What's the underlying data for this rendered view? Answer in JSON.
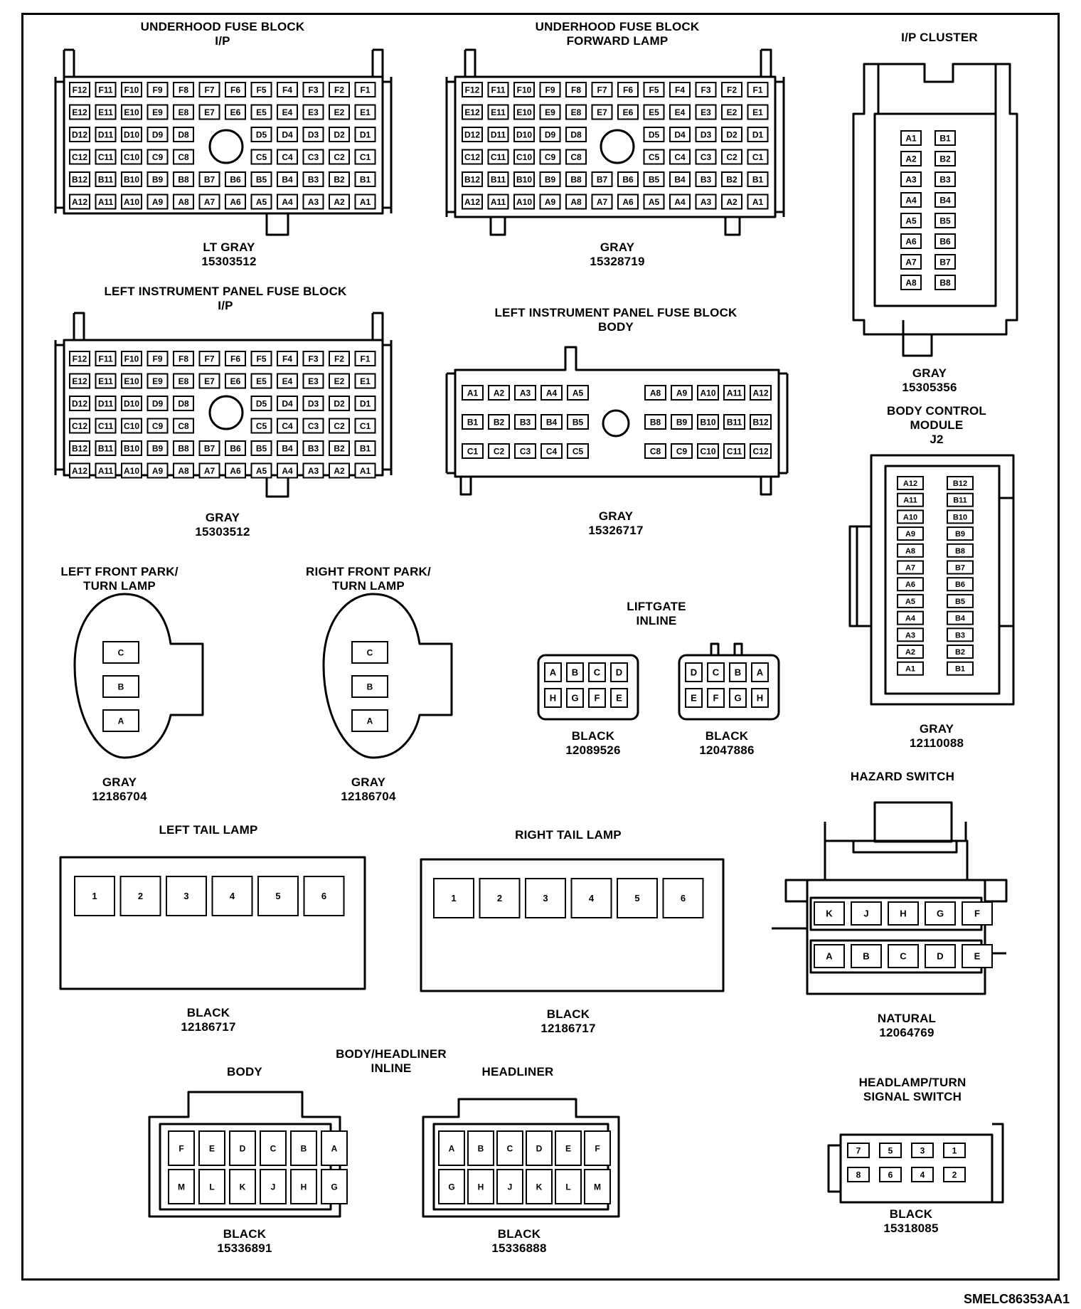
{
  "figure_ref": "SMELC86353AA1",
  "connectors": {
    "uh_ip": {
      "title": [
        "UNDERHOOD FUSE BLOCK",
        "I/P"
      ],
      "color": "LT GRAY",
      "part": "15303512"
    },
    "uh_fwd": {
      "title": [
        "UNDERHOOD FUSE BLOCK",
        "FORWARD LAMP"
      ],
      "color": "GRAY",
      "part": "15328719"
    },
    "ip_cluster": {
      "title": [
        "I/P CLUSTER"
      ],
      "color": "GRAY",
      "part": "15305356"
    },
    "lipfb_ip": {
      "title": [
        "LEFT INSTRUMENT PANEL FUSE BLOCK",
        "I/P"
      ],
      "color": "GRAY",
      "part": "15303512"
    },
    "lipfb_body": {
      "title": [
        "LEFT INSTRUMENT PANEL FUSE BLOCK",
        "BODY"
      ],
      "color": "GRAY",
      "part": "15326717"
    },
    "bcm_j2": {
      "title": [
        "BODY CONTROL",
        "MODULE",
        "J2"
      ],
      "color": "GRAY",
      "part": "12110088"
    },
    "lf_park": {
      "title": [
        "LEFT FRONT PARK/",
        "TURN LAMP"
      ],
      "color": "GRAY",
      "part": "12186704"
    },
    "rf_park": {
      "title": [
        "RIGHT FRONT PARK/",
        "TURN LAMP"
      ],
      "color": "GRAY",
      "part": "12186704"
    },
    "liftgate": {
      "title": [
        "LIFTGATE",
        "INLINE"
      ]
    },
    "liftgate_a": {
      "color": "BLACK",
      "part": "12089526"
    },
    "liftgate_b": {
      "color": "BLACK",
      "part": "12047886"
    },
    "hazard": {
      "title": [
        "HAZARD SWITCH"
      ],
      "color": "NATURAL",
      "part": "12064769"
    },
    "left_tail": {
      "title": [
        "LEFT TAIL LAMP"
      ],
      "color": "BLACK",
      "part": "12186717"
    },
    "right_tail": {
      "title": [
        "RIGHT TAIL LAMP"
      ],
      "color": "BLACK",
      "part": "12186717"
    },
    "bh_inline": {
      "title": [
        "BODY/HEADLINER",
        "INLINE"
      ]
    },
    "bh_body": {
      "title": [
        "BODY"
      ],
      "color": "BLACK",
      "part": "15336891"
    },
    "bh_headliner": {
      "title": [
        "HEADLINER"
      ],
      "color": "BLACK",
      "part": "15336888"
    },
    "headlamp_sw": {
      "title": [
        "HEADLAMP/TURN",
        "SIGNAL SWITCH"
      ],
      "color": "BLACK",
      "part": "15318085"
    }
  },
  "pins": {
    "fuse72_rows": [
      [
        "F12",
        "F11",
        "F10",
        "F9",
        "F8",
        "F7",
        "F6",
        "F5",
        "F4",
        "F3",
        "F2",
        "F1"
      ],
      [
        "E12",
        "E11",
        "E10",
        "E9",
        "E8",
        "E7",
        "E6",
        "E5",
        "E4",
        "E3",
        "E2",
        "E1"
      ],
      [
        "D12",
        "D11",
        "D10",
        "D9",
        "D8",
        "",
        "",
        "D5",
        "D4",
        "D3",
        "D2",
        "D1"
      ],
      [
        "C12",
        "C11",
        "C10",
        "C9",
        "C8",
        "",
        "",
        "C5",
        "C4",
        "C3",
        "C2",
        "C1"
      ],
      [
        "B12",
        "B11",
        "B10",
        "B9",
        "B8",
        "B7",
        "B6",
        "B5",
        "B4",
        "B3",
        "B2",
        "B1"
      ],
      [
        "A12",
        "A11",
        "A10",
        "A9",
        "A8",
        "A7",
        "A6",
        "A5",
        "A4",
        "A3",
        "A2",
        "A1"
      ]
    ],
    "cluster_rows": [
      [
        "A1",
        "B1"
      ],
      [
        "A2",
        "B2"
      ],
      [
        "A3",
        "B3"
      ],
      [
        "A4",
        "B4"
      ],
      [
        "A5",
        "B5"
      ],
      [
        "A6",
        "B6"
      ],
      [
        "A7",
        "B7"
      ],
      [
        "A8",
        "B8"
      ]
    ],
    "body36_rows": [
      [
        "A1",
        "A2",
        "A3",
        "A4",
        "A5",
        "",
        "A8",
        "A9",
        "A10",
        "A11",
        "A12"
      ],
      [
        "B1",
        "B2",
        "B3",
        "B4",
        "B5",
        "",
        "B8",
        "B9",
        "B10",
        "B11",
        "B12"
      ],
      [
        "C1",
        "C2",
        "C3",
        "C4",
        "C5",
        "",
        "C8",
        "C9",
        "C10",
        "C11",
        "C12"
      ]
    ],
    "bcm_rows": [
      [
        "A12",
        "B12"
      ],
      [
        "A11",
        "B11"
      ],
      [
        "A10",
        "B10"
      ],
      [
        "A9",
        "B9"
      ],
      [
        "A8",
        "B8"
      ],
      [
        "A7",
        "B7"
      ],
      [
        "A6",
        "B6"
      ],
      [
        "A5",
        "B5"
      ],
      [
        "A4",
        "B4"
      ],
      [
        "A3",
        "B3"
      ],
      [
        "A2",
        "B2"
      ],
      [
        "A1",
        "B1"
      ]
    ],
    "park": [
      "C",
      "B",
      "A"
    ],
    "liftgate_a_rows": [
      [
        "A",
        "B",
        "C",
        "D"
      ],
      [
        "H",
        "G",
        "F",
        "E"
      ]
    ],
    "liftgate_b_rows": [
      [
        "D",
        "C",
        "B",
        "A"
      ],
      [
        "E",
        "F",
        "G",
        "H"
      ]
    ],
    "tail": [
      "1",
      "2",
      "3",
      "4",
      "5",
      "6"
    ],
    "hazard_rows": [
      [
        "K",
        "J",
        "H",
        "G",
        "F"
      ],
      [
        "A",
        "B",
        "C",
        "D",
        "E"
      ]
    ],
    "bh_body_rows": [
      [
        "F",
        "E",
        "D",
        "C",
        "B",
        "A"
      ],
      [
        "M",
        "L",
        "K",
        "J",
        "H",
        "G"
      ]
    ],
    "bh_head_rows": [
      [
        "A",
        "B",
        "C",
        "D",
        "E",
        "F"
      ],
      [
        "G",
        "H",
        "J",
        "K",
        "L",
        "M"
      ]
    ],
    "headlamp_rows": [
      [
        "7",
        "5",
        "3",
        "1"
      ],
      [
        "8",
        "6",
        "4",
        "2"
      ]
    ]
  }
}
